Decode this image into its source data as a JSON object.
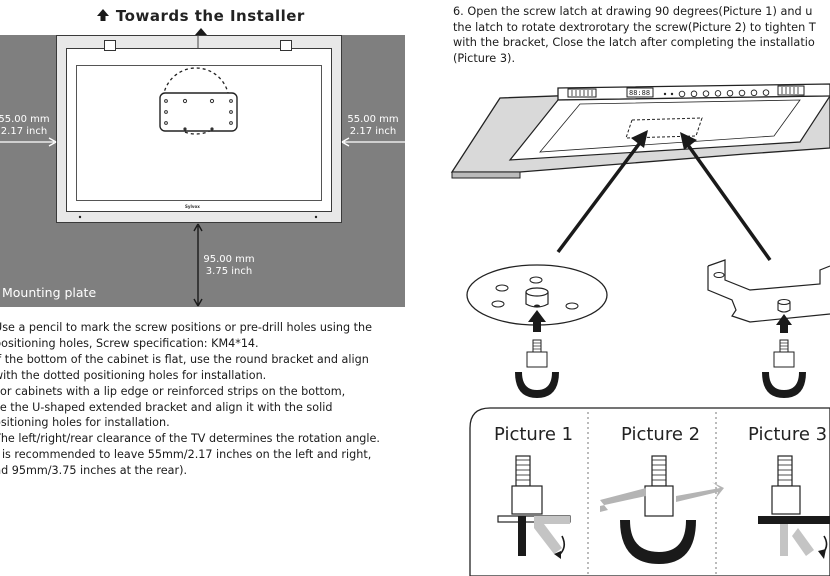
{
  "left_figure": {
    "heading": "Towards the Installer",
    "left_clearance": {
      "mm": "55.00 mm",
      "inch": "2.17 inch"
    },
    "right_clearance": {
      "mm": "55.00 mm",
      "inch": "2.17 inch"
    },
    "rear_clearance": {
      "mm": "95.00 mm",
      "inch": "3.75 inch"
    },
    "brand": "Sylvox",
    "plate_label": "Mounting plate"
  },
  "notes": [
    " Use a pencil to mark the screw positions or pre-drill holes using the",
    "positioning holes, Screw specification: KM4*14.",
    " If the bottom of the cabinet is flat, use the round bracket and align",
    "with the dotted positioning holes for installation.",
    " For cabinets with a lip edge or reinforced strips on the bottom,",
    "se the U-shaped extended bracket and align it with the solid",
    "ositioning holes for installation.",
    " The left/right/rear clearance of the TV determines the rotation angle.",
    "t is recommended to leave 55mm/2.17 inches on the left and right,",
    "nd 95mm/3.75 inches at the rear)."
  ],
  "step6": [
    "6. Open the screw latch at drawing 90 degrees(Picture 1) and u",
    "the latch to rotate dextrorotary the screw(Picture 2) to tighten T",
    "with the bracket, Close the latch after completing the installatio",
    "(Picture 3)."
  ],
  "device_display": "88:88",
  "pictures": [
    "Picture 1",
    "Picture 2",
    "Picture 3"
  ],
  "colors": {
    "panel": "#7f7f7f",
    "line": "#1a1a1a",
    "arrow_gray": "#a8a8a8"
  }
}
